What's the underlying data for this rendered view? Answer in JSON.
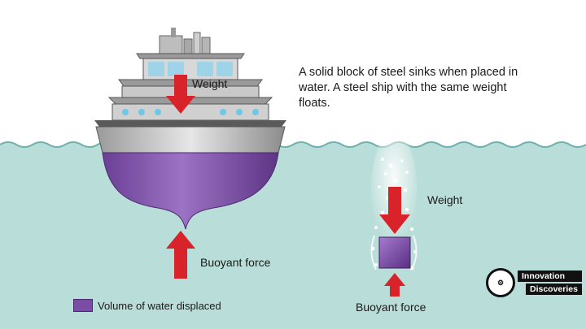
{
  "caption": "A solid block of steel sinks when placed in water. A steel ship with the same weight floats.",
  "ship": {
    "weight_label": "Weight",
    "buoyant_label": "Buoyant force"
  },
  "block": {
    "weight_label": "Weight",
    "buoyant_label": "Buoyant force"
  },
  "legend": {
    "label": "Volume of water displaced",
    "color": "#7b4ca6"
  },
  "logo": {
    "line1": "Innovation",
    "line2": "Discoveries"
  },
  "colors": {
    "water": "#b9ddd8",
    "arrow": "#d8232a",
    "displaced": "#7b4ca6",
    "hull": "#c9c9c9"
  }
}
